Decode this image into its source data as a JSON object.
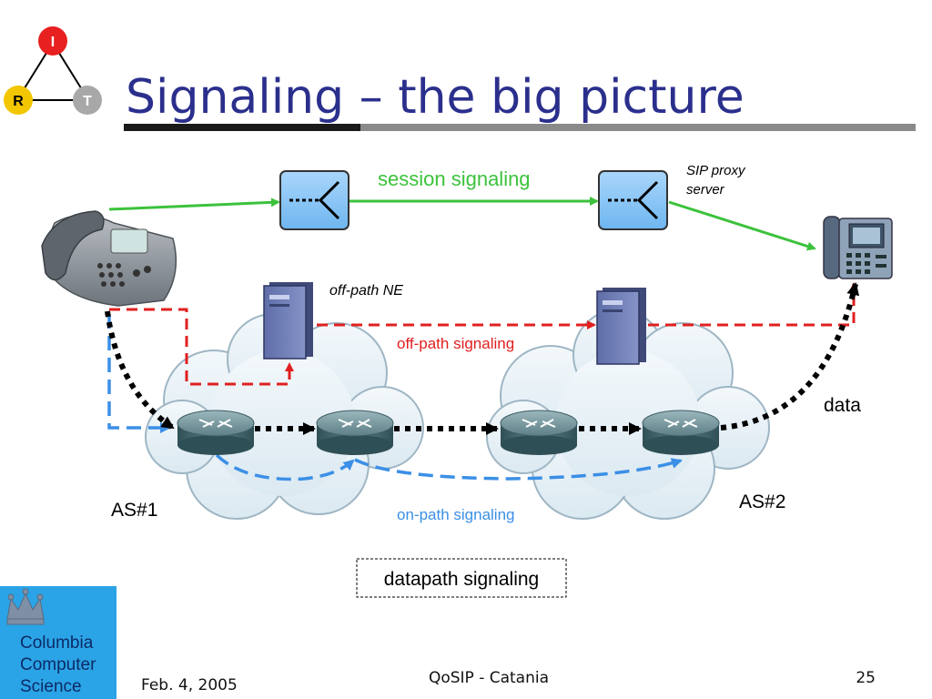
{
  "slide": {
    "title": "Signaling – the big picture",
    "logo": {
      "top": "I",
      "left": "R",
      "right": "T"
    }
  },
  "diagram": {
    "session_signaling": "session signaling",
    "sip_proxy_line1": "SIP proxy",
    "sip_proxy_line2": "server",
    "off_path_ne": "off-path NE",
    "off_path_signaling": "off-path signaling",
    "data": "data",
    "as1": "AS#1",
    "as2": "AS#2",
    "on_path_signaling": "on-path signaling",
    "datapath_signaling": "datapath signaling"
  },
  "institution": {
    "line1": "Columbia",
    "line2": "Computer",
    "line3": "Science"
  },
  "footer": {
    "date": "Feb. 4, 2005",
    "center": "QoSIP - Catania",
    "page": "25"
  },
  "colors": {
    "title": "#2b2f8c",
    "session": "#3cc23c",
    "offpath": "#e02020",
    "onpath": "#3b8fe6",
    "data": "#000000",
    "logo_bg": "#2aa4e6"
  }
}
